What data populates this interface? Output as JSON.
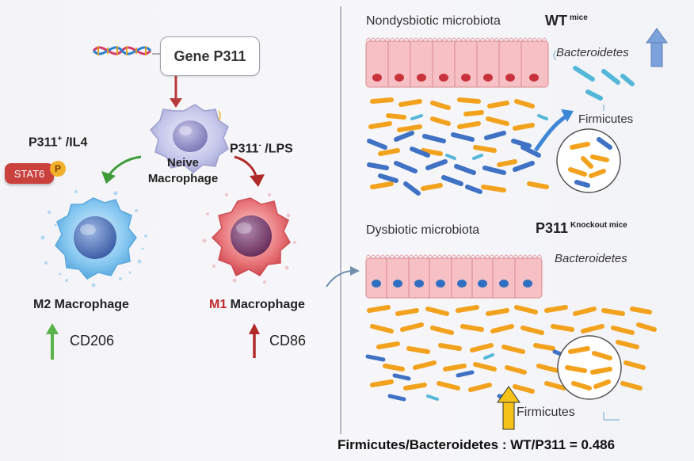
{
  "gene": {
    "label": "Gene P311"
  },
  "left": {
    "neive_label": "Neive\nMacrophage",
    "p311_plus": "P311",
    "p311_plus_sup": "+",
    "p311_plus_suffix": " /IL4",
    "p311_minus": "P311",
    "p311_minus_sup": "-",
    "p311_minus_suffix": " /LPS",
    "stat6": "STAT6",
    "phospho": "P",
    "m2_label": "M2 Macrophage",
    "m1_prefix": "M1",
    "m1_suffix": " Macrophage",
    "cd206": "CD206",
    "cd86": "CD86"
  },
  "right_top": {
    "title": "Nondysbiotic microbiota",
    "strain": "WT",
    "strain_sup": "mice",
    "bacteroidetes": "Bacteroidetes",
    "firmicutes": "Firmicutes"
  },
  "right_bottom": {
    "title": "Dysbiotic microbiota",
    "strain": "P311",
    "strain_sup": "Knockout mice",
    "bacteroidetes": "Bacteroidetes",
    "firmicutes": "Firmicutes"
  },
  "ratio": {
    "label": "Firmicutes/Bacteroidetes : WT/P311 = 0.486"
  },
  "colors": {
    "m2_cell": "#7fc0ee",
    "m1_cell": "#e2656a",
    "neive_cell": "#c8c8ec",
    "up_green": "#58b44a",
    "up_red": "#b02a2a",
    "up_blue": "#7ba2da",
    "up_yellow": "#f5c21a",
    "epithelium": "#f6c0c4",
    "bacteria_orange": "#f3a21e",
    "bacteria_blue": "#3f72c4",
    "bacteria_teal": "#55b7d8"
  }
}
